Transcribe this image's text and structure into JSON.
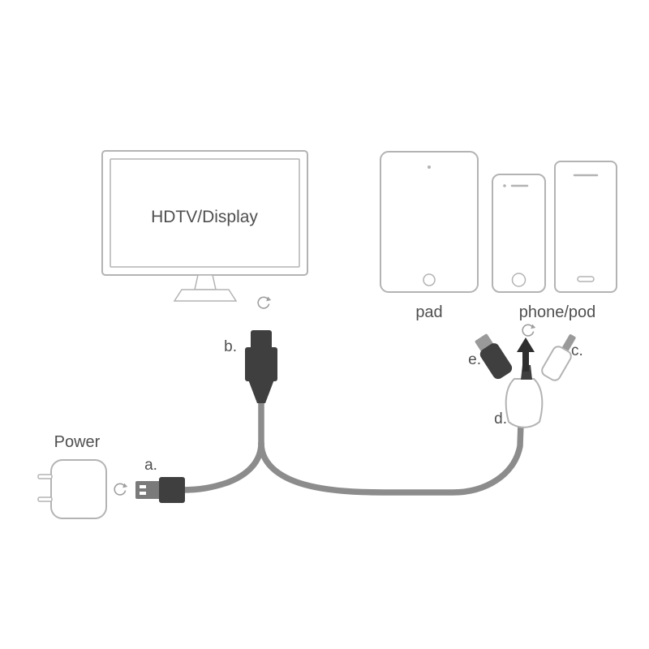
{
  "diagram": {
    "title_display": "HDTV/Display",
    "label_pad": "pad",
    "label_phone": "phone/pod",
    "label_power": "Power",
    "connector_labels": {
      "a": "a.",
      "b": "b.",
      "c": "c.",
      "d": "d.",
      "e": "e."
    },
    "icons": {
      "rotate_connect": "↻",
      "plug_direction_arrow": "↑"
    },
    "colors": {
      "outline": "#b3b3b3",
      "connector_dark": "#3f3f3f",
      "connector_metal": "#7a7a7a",
      "cable": "#8c8c8c",
      "text": "#4f4f4f",
      "arrow": "#2e2e2e"
    }
  }
}
